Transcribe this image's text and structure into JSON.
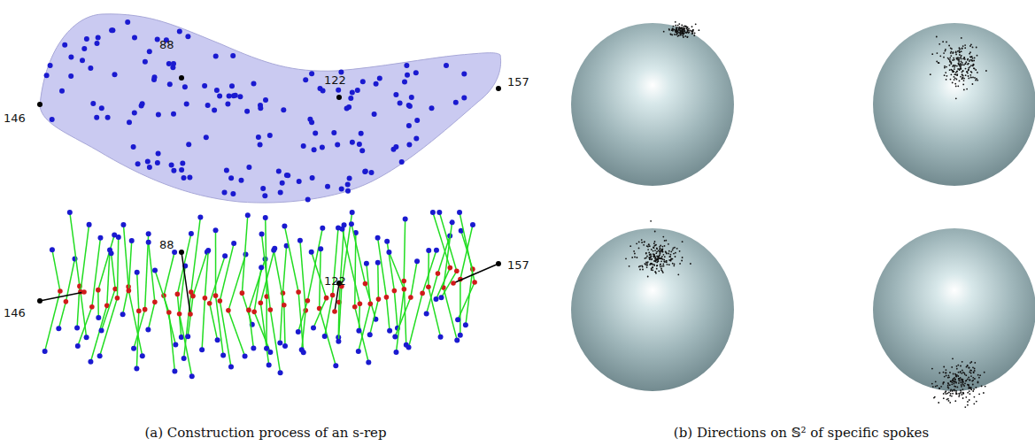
{
  "diagram": {
    "labels": [
      "88",
      "122",
      "146",
      "157",
      "88",
      "122",
      "146",
      "157",
      "(a) Construction process of an s-rep",
      "(b) Directions on 𝕊² of specific spokes"
    ]
  }
}
